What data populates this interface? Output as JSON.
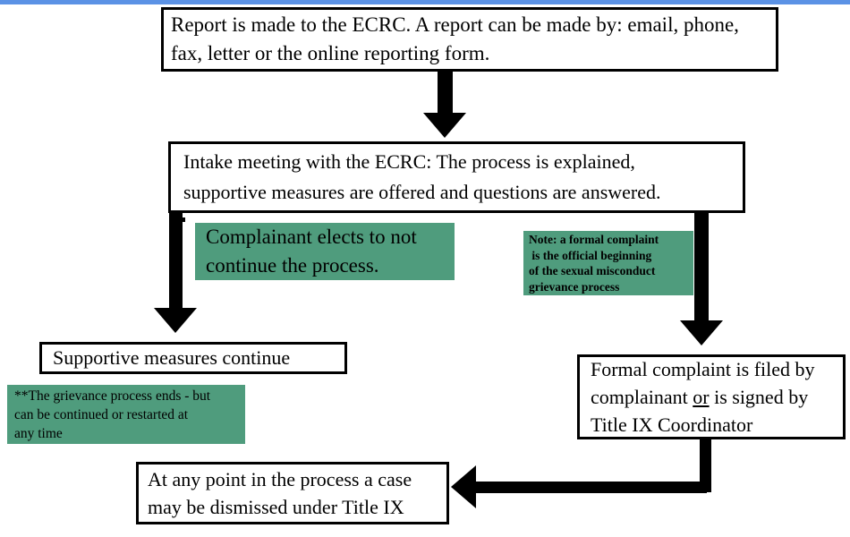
{
  "diagram": {
    "title": "ECRC reporting and grievance process flowchart",
    "accent_color": "#5b92e5",
    "highlight_color": "#4f9c7d",
    "box_border_color": "#000000",
    "background_color": "#ffffff"
  },
  "nodes": {
    "report": {
      "lines": [
        "Report is made to the ECRC. A report can be made by: email, phone,",
        "fax, letter or the online reporting form."
      ]
    },
    "intake": {
      "lines": [
        "Intake meeting with the ECRC: The process is explained,",
        "supportive measures are offered and questions are answered."
      ]
    },
    "elects_not_to_continue": {
      "lines": [
        "Complainant elects to not",
        "continue the process."
      ]
    },
    "note_formal_complaint": {
      "lines": [
        "Note: a formal complaint",
        " is the official beginning",
        "of the sexual misconduct",
        "grievance process"
      ]
    },
    "supportive_measures": {
      "lines": [
        "Supportive measures continue"
      ]
    },
    "grievance_ends": {
      "lines": [
        "**The grievance process ends - but",
        "can be continued or restarted at",
        "any time"
      ]
    },
    "formal_complaint": {
      "line1": "Formal complaint is filed by",
      "line2_before": "complainant ",
      "line2_emphasis": "or",
      "line2_after": " is signed by",
      "line3": "Title IX Coordinator"
    },
    "dismissed": {
      "lines": [
        "At any point in the process a case",
        "may be dismissed under Title IX"
      ]
    }
  },
  "connectors": {
    "report_to_intake": "arrow-down",
    "intake_to_supportive": "arrow-down",
    "intake_to_formal": "arrow-down",
    "formal_to_dismissed": "arrow-elbow-left"
  }
}
